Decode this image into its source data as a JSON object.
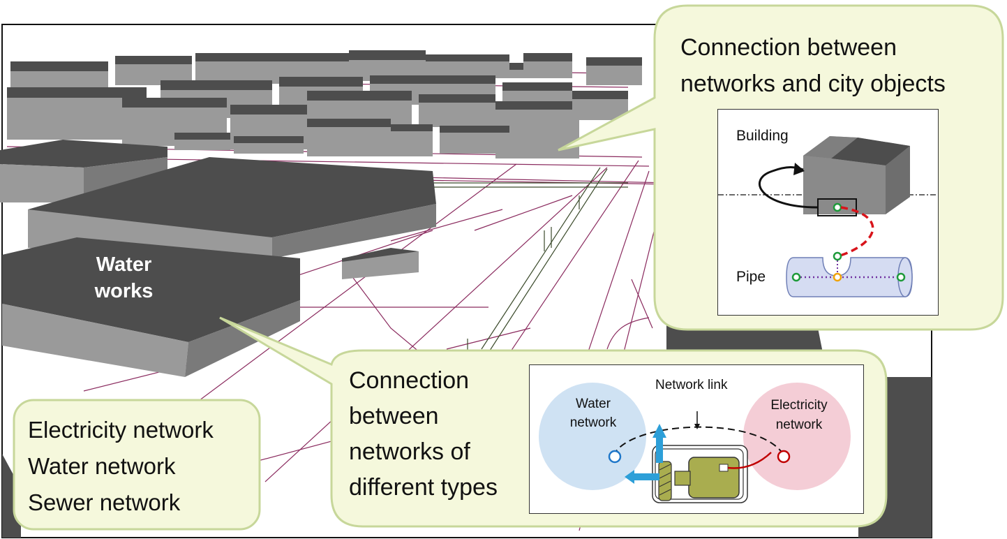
{
  "scene": {
    "building_label": "Water\nworks"
  },
  "bubble_top": {
    "title": "Connection between\nnetworks and city objects",
    "inset": {
      "building_label": "Building",
      "pipe_label": "Pipe"
    }
  },
  "bubble_bottom": {
    "title": "Connection\nbetween\nnetworks of\ndifferent types",
    "inset": {
      "network_link_label": "Network link",
      "water_label": "Water\nnetwork",
      "electricity_label": "Electricity\nnetwork"
    }
  },
  "legend": {
    "items": [
      "Electricity network",
      "Water network",
      "Sewer network"
    ]
  },
  "colors": {
    "bubble_fill": "#f5f8dc",
    "bubble_stroke": "#c7d79a",
    "building_top": "#4d4d4d",
    "building_side": "#9a9a9a",
    "pipe_line": "#8a2a5e",
    "water_circle": "#cfe2f3",
    "electric_circle": "#f4cdd6",
    "motor": "#a9ad4f"
  }
}
